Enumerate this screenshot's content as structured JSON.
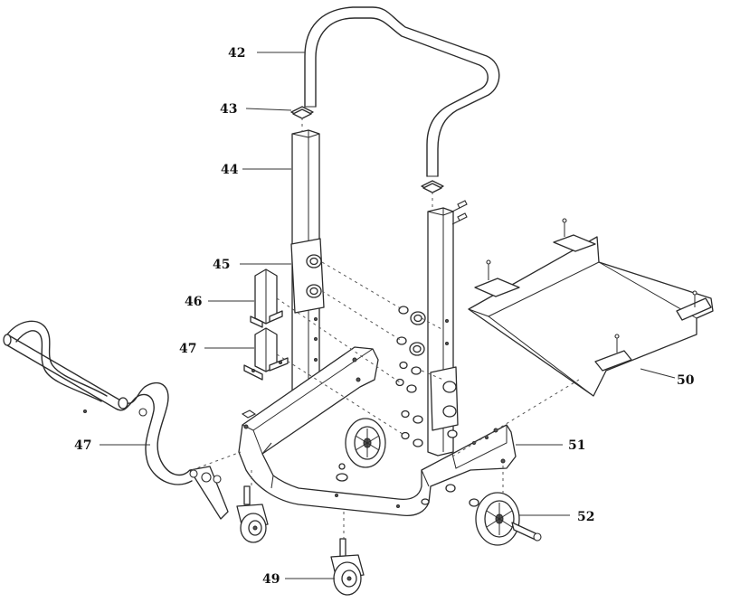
{
  "callouts": [
    {
      "id": "c42",
      "text": "42"
    },
    {
      "id": "c43",
      "text": "43"
    },
    {
      "id": "c44",
      "text": "44"
    },
    {
      "id": "c45",
      "text": "45"
    },
    {
      "id": "c46",
      "text": "46"
    },
    {
      "id": "c47a",
      "text": "47"
    },
    {
      "id": "c47b",
      "text": "47"
    },
    {
      "id": "c49",
      "text": "49"
    },
    {
      "id": "c50",
      "text": "50"
    },
    {
      "id": "c51",
      "text": "51"
    },
    {
      "id": "c52",
      "text": "52"
    }
  ]
}
